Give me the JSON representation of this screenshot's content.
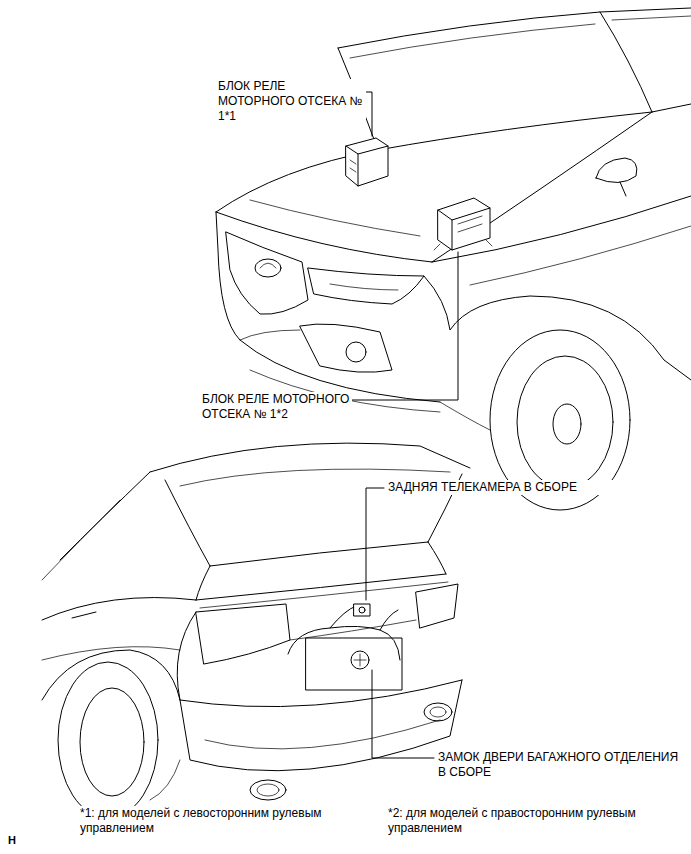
{
  "diagram": {
    "labels": [
      "БЛОК РЕЛЕ МОТОРНОГО ОТСЕКА № 1*1",
      "БЛОК РЕЛЕ МОТОРНОГО ОТСЕКА № 1*2",
      "ЗАДНЯЯ ТЕЛЕКАМЕРА В СБОРЕ",
      "ЗАМОК ДВЕРИ БАГАЖНОГО ОТДЕЛЕНИЯ В СБОРЕ",
      "*1: для моделей с левосторонним рулевым управлением",
      "*2: для моделей с правосторонним рулевым управлением",
      "H"
    ]
  }
}
